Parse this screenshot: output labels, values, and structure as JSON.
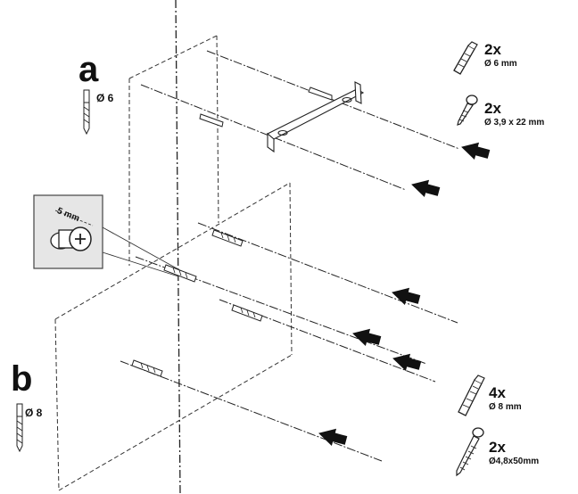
{
  "sections": {
    "a": {
      "letter": "a",
      "drill": "Ø 6"
    },
    "b": {
      "letter": "b",
      "drill": "Ø 8"
    }
  },
  "inset": {
    "dimension": "5 mm"
  },
  "parts": [
    {
      "count": "2x",
      "size": "Ø 6 mm",
      "icon": "wall-plug-icon"
    },
    {
      "count": "2x",
      "size": "Ø 3,9 x 22 mm",
      "icon": "screw-icon"
    },
    {
      "count": "4x",
      "size": "Ø 8 mm",
      "icon": "wall-plug-icon"
    },
    {
      "count": "2x",
      "size": "Ø4,8x50mm",
      "icon": "long-screw-icon"
    }
  ],
  "colors": {
    "ink": "#1a1a1a",
    "inset_bg": "#e6e6e6",
    "arrow": "#111111"
  }
}
